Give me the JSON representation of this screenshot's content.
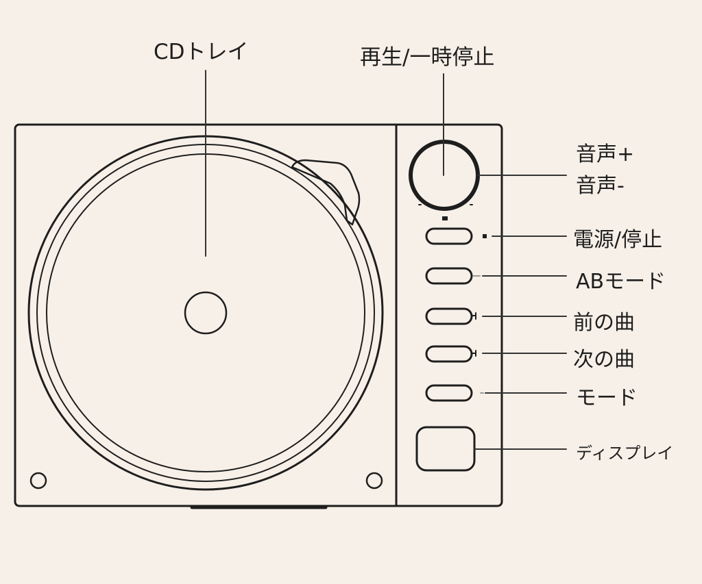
{
  "labels": {
    "cd_tray": "CDトレイ",
    "play_pause": "再生/一時停止",
    "volume_up": "音声+",
    "volume_down": "音声-",
    "power_stop": "電源/停止",
    "ab_mode": "ABモード",
    "prev_track": "前の曲",
    "next_track": "次の曲",
    "mode": "モード",
    "display": "ディスプレイ"
  },
  "colors": {
    "background": "#f7f0e8",
    "line": "#1e1e1e"
  }
}
